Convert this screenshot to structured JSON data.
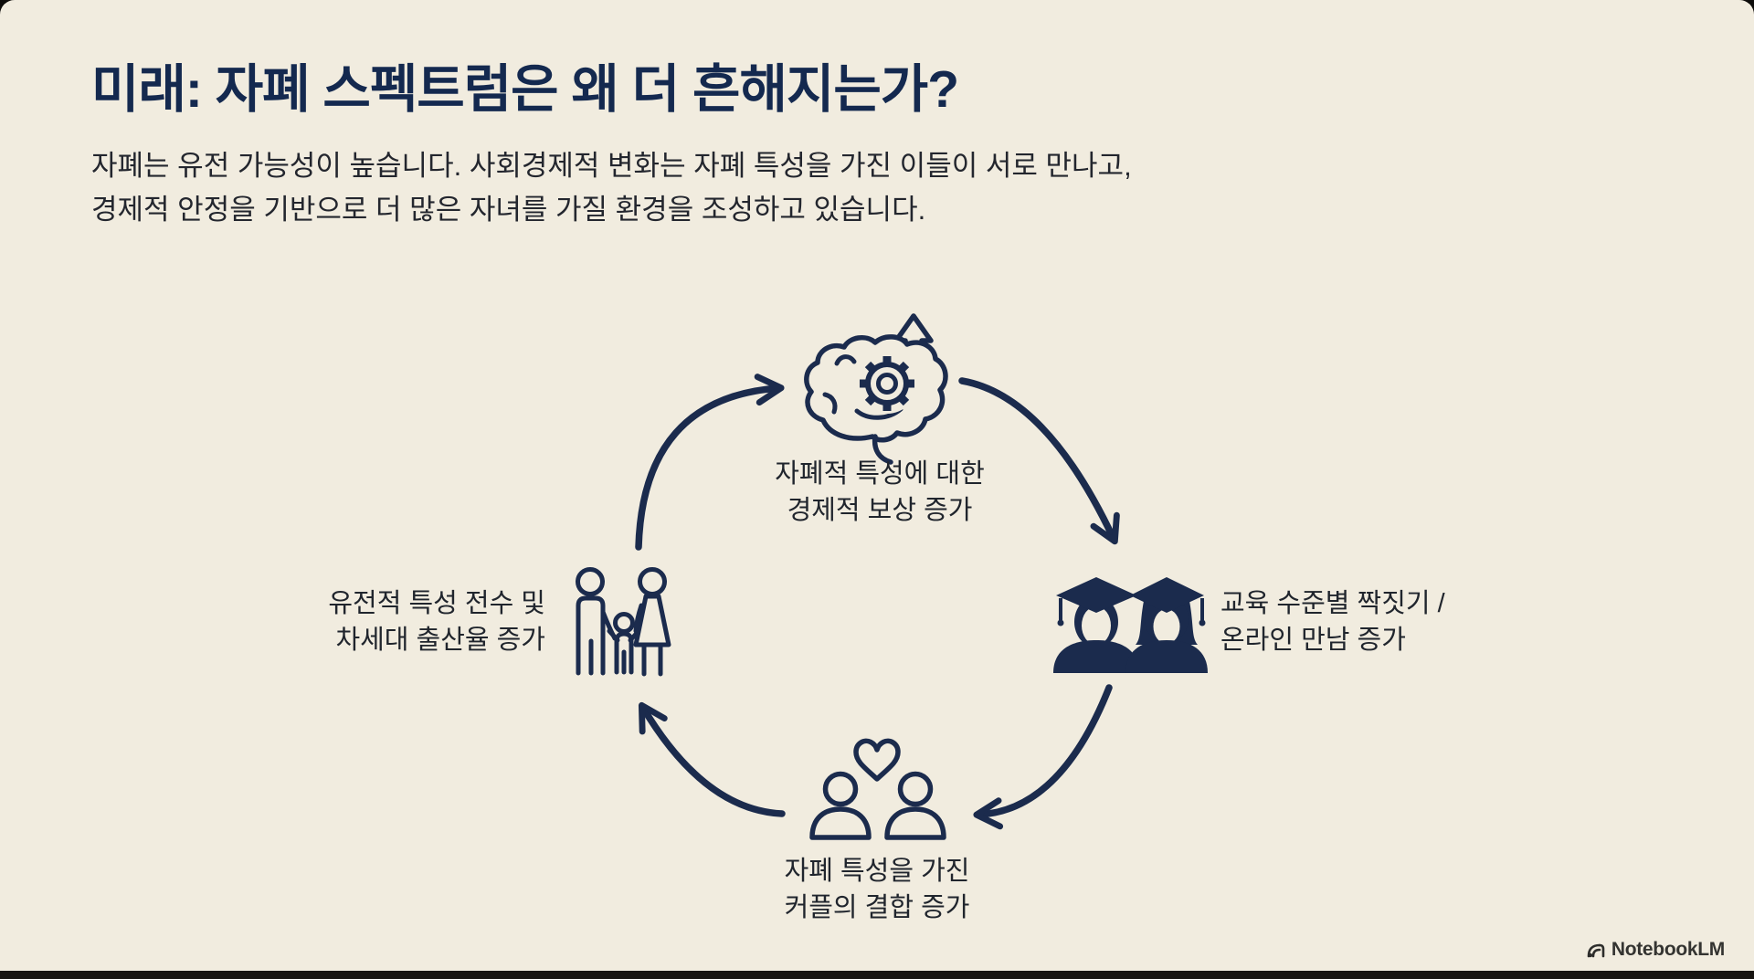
{
  "colors": {
    "background": "#f1ecdf",
    "navy": "#1b2b4d",
    "title_navy": "#14294f",
    "body_text": "#23262e",
    "brand_text": "#343431"
  },
  "header": {
    "title": "미래: 자폐 스펙트럼은 왜 더 흔해지는가?",
    "subtitle_line1": "자폐는 유전 가능성이 높습니다. 사회경제적 변화는 자폐 특성을 가진 이들이 서로 만나고,",
    "subtitle_line2": "경제적 안정을 기반으로 더 많은 자녀를 가질 환경을 조성하고 있습니다."
  },
  "cycle": {
    "top": {
      "icon": "brain-gear-icon",
      "line1": "자폐적 특성에 대한",
      "line2": "경제적 보상 증가"
    },
    "right": {
      "icon": "graduates-icon",
      "line1": "교육 수준별 짝짓기 /",
      "line2": "온라인 만남 증가"
    },
    "bottom": {
      "icon": "couple-heart-icon",
      "line1": "자폐 특성을 가진",
      "line2": "커플의 결합 증가"
    },
    "left": {
      "icon": "family-icon",
      "line1": "유전적 특성 전수 및",
      "line2": "차세대 출산율 증가"
    }
  },
  "footer": {
    "brand": "NotebookLM"
  }
}
